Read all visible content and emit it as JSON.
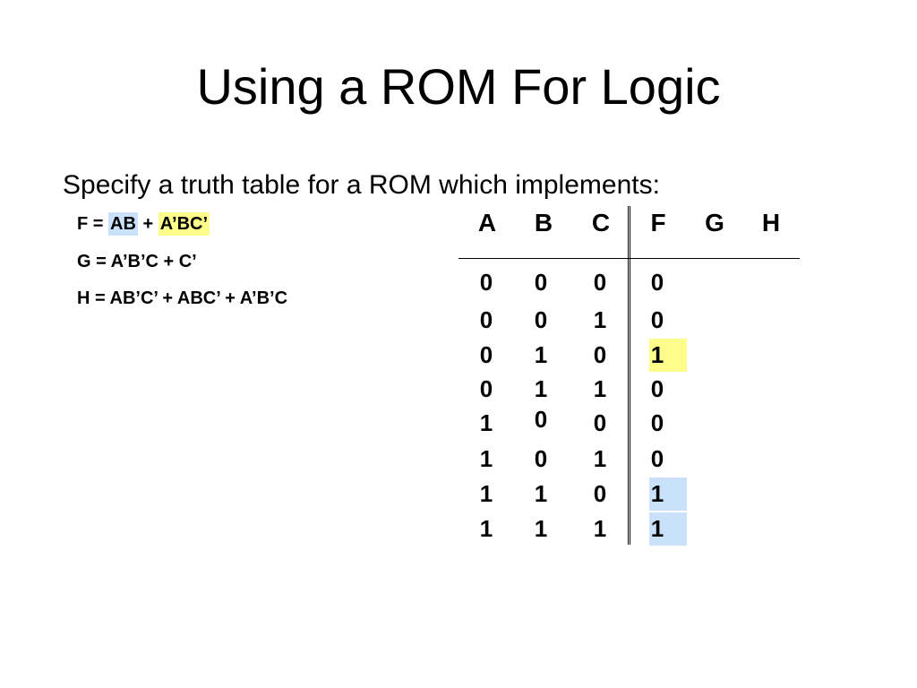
{
  "title": "Using a ROM For Logic",
  "instruction": "Specify a truth table for a ROM which implements:",
  "equations": {
    "f": {
      "lhs": "F = ",
      "term1": "AB",
      "plus": " + ",
      "term2": "A’BC’"
    },
    "g": "G = A’B’C + C’",
    "h": "H = AB’C’ + ABC’ + A’B’C"
  },
  "colors": {
    "highlight_blue": "#c9e1fb",
    "highlight_yellow": "#fdfd8b"
  },
  "truth_table": {
    "headers": [
      "A",
      "B",
      "C",
      "F",
      "G",
      "H"
    ],
    "rows": [
      {
        "a": "0",
        "b": "0",
        "c": "0",
        "f": "0"
      },
      {
        "a": "0",
        "b": "0",
        "c": "1",
        "f": "0"
      },
      {
        "a": "0",
        "b": "1",
        "c": "0",
        "f": "1"
      },
      {
        "a": "0",
        "b": "1",
        "c": "1",
        "f": "0"
      },
      {
        "a": "1",
        "b": "0",
        "c": "0",
        "f": "0"
      },
      {
        "a": "1",
        "b": "0",
        "c": "1",
        "f": "0"
      },
      {
        "a": "1",
        "b": "1",
        "c": "0",
        "f": "1"
      },
      {
        "a": "1",
        "b": "1",
        "c": "1",
        "f": "1"
      }
    ],
    "highlighted_f_rows": [
      {
        "row": 2,
        "color": "yellow"
      },
      {
        "row": 6,
        "color": "blue"
      },
      {
        "row": 7,
        "color": "blue"
      }
    ]
  }
}
